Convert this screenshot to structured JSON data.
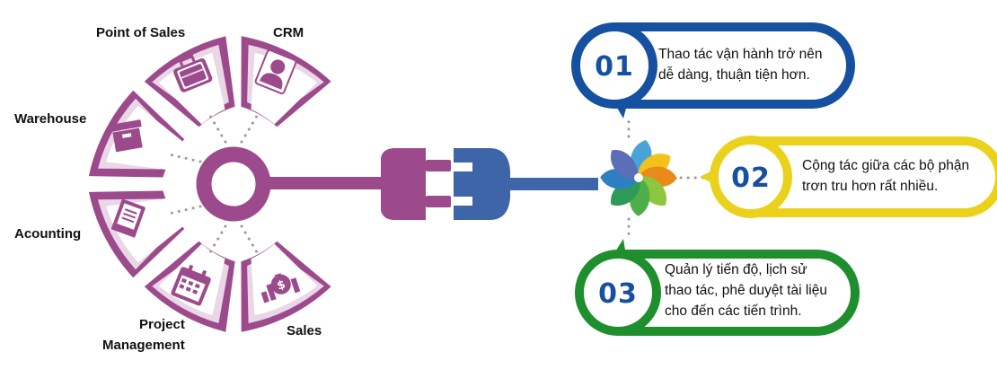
{
  "colors": {
    "purple": "#9c4a8c",
    "purple_light": "#e9d6e6",
    "plug_blue": "#3d65a8",
    "card1": "#1551a0",
    "card2": "#ead21c",
    "card3": "#1e8f2c",
    "dots": "#9a9a9a"
  },
  "hub": {
    "segments": [
      {
        "key": "warehouse",
        "label": "Warehouse",
        "icon": "archive-box-icon"
      },
      {
        "key": "pos",
        "label": "Point of Sales",
        "icon": "briefcase-icon"
      },
      {
        "key": "crm",
        "label": "CRM",
        "icon": "user-icon"
      },
      {
        "key": "accounting",
        "label": "Acounting",
        "icon": "ledger-book-icon"
      },
      {
        "key": "pm",
        "label_lines": [
          "Project",
          "Management"
        ],
        "icon": "calendar-icon"
      },
      {
        "key": "sales",
        "label": "Sales",
        "icon": "money-bag-chart-icon"
      }
    ]
  },
  "plug": {
    "icon": "power-plug-icon"
  },
  "socket": {
    "icon": "power-socket-icon"
  },
  "logo": {
    "icon": "flower-logo-icon"
  },
  "cards": [
    {
      "number": "01",
      "lines": [
        "Thao tác vận hành trở nên",
        "dễ dàng, thuận tiện hơn."
      ]
    },
    {
      "number": "02",
      "lines": [
        "Cộng tác giữa các bộ phận",
        "trơn tru hơn rất nhiều."
      ]
    },
    {
      "number": "03",
      "lines": [
        "Quản lý tiến độ, lịch sử",
        "thao tác, phê duyệt tài liệu",
        "cho đến các tiến trình."
      ]
    }
  ]
}
